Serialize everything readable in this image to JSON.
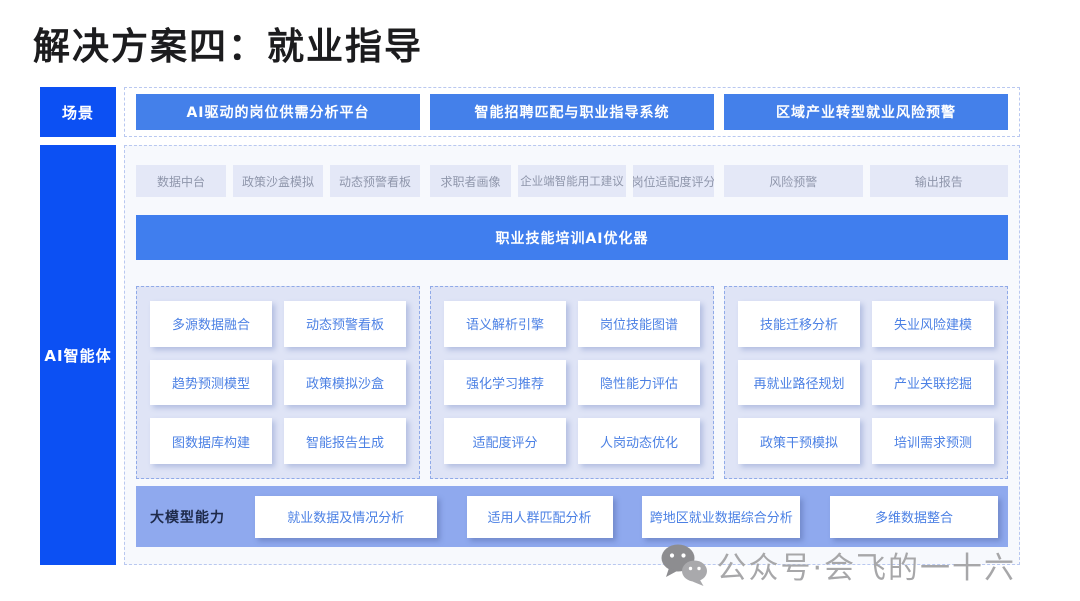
{
  "title": "解决方案四：就业指导",
  "sidebar": {
    "scene_label": "场景",
    "agent_label": "AI智能体"
  },
  "scenes": [
    "AI驱动的岗位供需分析平台",
    "智能招聘匹配与职业指导系统",
    "区域产业转型就业风险预警"
  ],
  "pills": {
    "group1": [
      "数据中台",
      "政策沙盒模拟",
      "动态预警看板"
    ],
    "group2": [
      "求职者画像",
      "企业端智能用工建议",
      "岗位适配度评分"
    ],
    "group3": [
      "风险预警",
      "输出报告"
    ]
  },
  "banner": "职业技能培训AI优化器",
  "panels": [
    {
      "cards": [
        "多源数据融合",
        "动态预警看板",
        "趋势预测模型",
        "政策模拟沙盒",
        "图数据库构建",
        "智能报告生成"
      ]
    },
    {
      "cards": [
        "语义解析引擎",
        "岗位技能图谱",
        "强化学习推荐",
        "隐性能力评估",
        "适配度评分",
        "人岗动态优化"
      ]
    },
    {
      "cards": [
        "技能迁移分析",
        "失业风险建模",
        "再就业路径规划",
        "产业关联挖掘",
        "政策干预模拟",
        "培训需求预测"
      ]
    }
  ],
  "band": {
    "label": "大模型能力",
    "cards": [
      "就业数据及情况分析",
      "适用人群匹配分析",
      "跨地区就业数据综合分析",
      "多维数据整合"
    ]
  },
  "watermark": {
    "icon": "wechat-icon",
    "text": "公众号·会飞的一十六"
  },
  "colors": {
    "deep_blue": "#0c50f3",
    "button_blue": "#4480ea",
    "banner_blue": "#407eee",
    "pill_bg": "#e4e8f7",
    "pill_text": "#8f96ab",
    "panel_bg": "#dfe4f6",
    "band_bg": "#8fa9ee",
    "card_text_blue": "#4b80e4",
    "title_text": "#1c1c1e",
    "watermark_gray": "#a7a7a9"
  }
}
